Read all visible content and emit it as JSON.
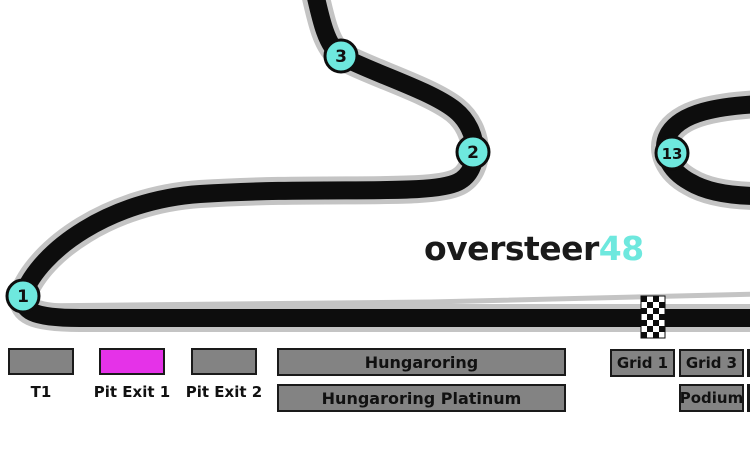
{
  "logo": {
    "word": "oversteer",
    "number": "48",
    "accent_color": "#6ee8de"
  },
  "corners": [
    "1",
    "2",
    "3",
    "13"
  ],
  "colors": {
    "track": "#0d0d0d",
    "track_outline": "#c4c4c4",
    "marker_fill": "#6ee8de",
    "button": "#838383",
    "button_active": "#e532e8"
  },
  "sector_chips": [
    {
      "label": "T1",
      "active": false
    },
    {
      "label": "Pit Exit 1",
      "active": true
    },
    {
      "label": "Pit Exit 2",
      "active": false
    }
  ],
  "layouts": [
    {
      "label": "Hungaroring"
    },
    {
      "label": "Hungaroring Platinum"
    }
  ],
  "spawn_buttons": [
    {
      "label": "Grid 1"
    },
    {
      "label": "Grid 3"
    },
    {
      "label": "Podium"
    }
  ]
}
